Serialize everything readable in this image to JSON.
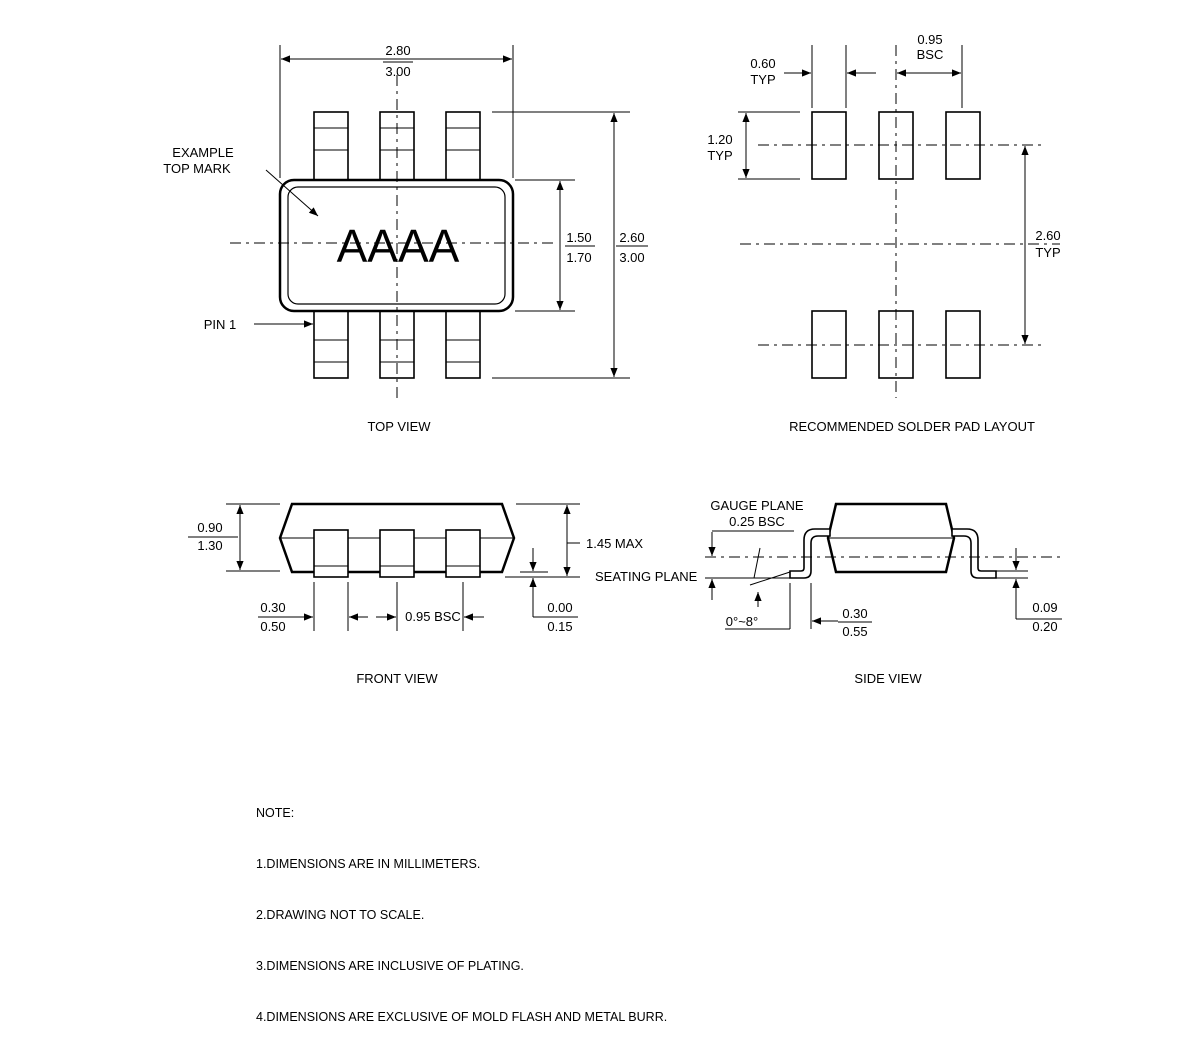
{
  "top_view": {
    "caption": "TOP VIEW",
    "mark_label": [
      "EXAMPLE",
      "TOP MARK"
    ],
    "top_mark": "AAAA",
    "pin1_label": "PIN 1",
    "width_dim": [
      "2.80",
      "3.00"
    ],
    "body_height_dim": [
      "1.50",
      "1.70"
    ],
    "overall_height_dim": [
      "2.60",
      "3.00"
    ]
  },
  "pad_layout": {
    "caption": "RECOMMENDED SOLDER PAD LAYOUT",
    "pad_width_dim": [
      "0.60",
      "TYP"
    ],
    "pitch_dim": [
      "0.95",
      "BSC"
    ],
    "pad_length_dim": [
      "1.20",
      "TYP"
    ],
    "row_spacing_dim": [
      "2.60",
      "TYP"
    ]
  },
  "front_view": {
    "caption": "FRONT VIEW",
    "body_thickness_dim": [
      "0.90",
      "1.30"
    ],
    "max_height_dim": "1.45 MAX",
    "seating_plane": "SEATING PLANE",
    "lead_width_dim": [
      "0.30",
      "0.50"
    ],
    "pitch_dim": "0.95 BSC",
    "standoff_dim": [
      "0.00",
      "0.15"
    ]
  },
  "side_view": {
    "caption": "SIDE VIEW",
    "gauge_plane": [
      "GAUGE PLANE",
      "0.25 BSC"
    ],
    "angle_dim": "0°~8°",
    "foot_length_dim": [
      "0.30",
      "0.55"
    ],
    "lead_thickness_dim": [
      "0.09",
      "0.20"
    ]
  },
  "notes": {
    "title": "NOTE:",
    "items": [
      "1.DIMENSIONS ARE IN MILLIMETERS.",
      "2.DRAWING NOT TO SCALE.",
      "3.DIMENSIONS ARE INCLUSIVE OF PLATING.",
      "4.DIMENSIONS ARE EXCLUSIVE OF MOLD FLASH AND METAL BURR."
    ]
  }
}
